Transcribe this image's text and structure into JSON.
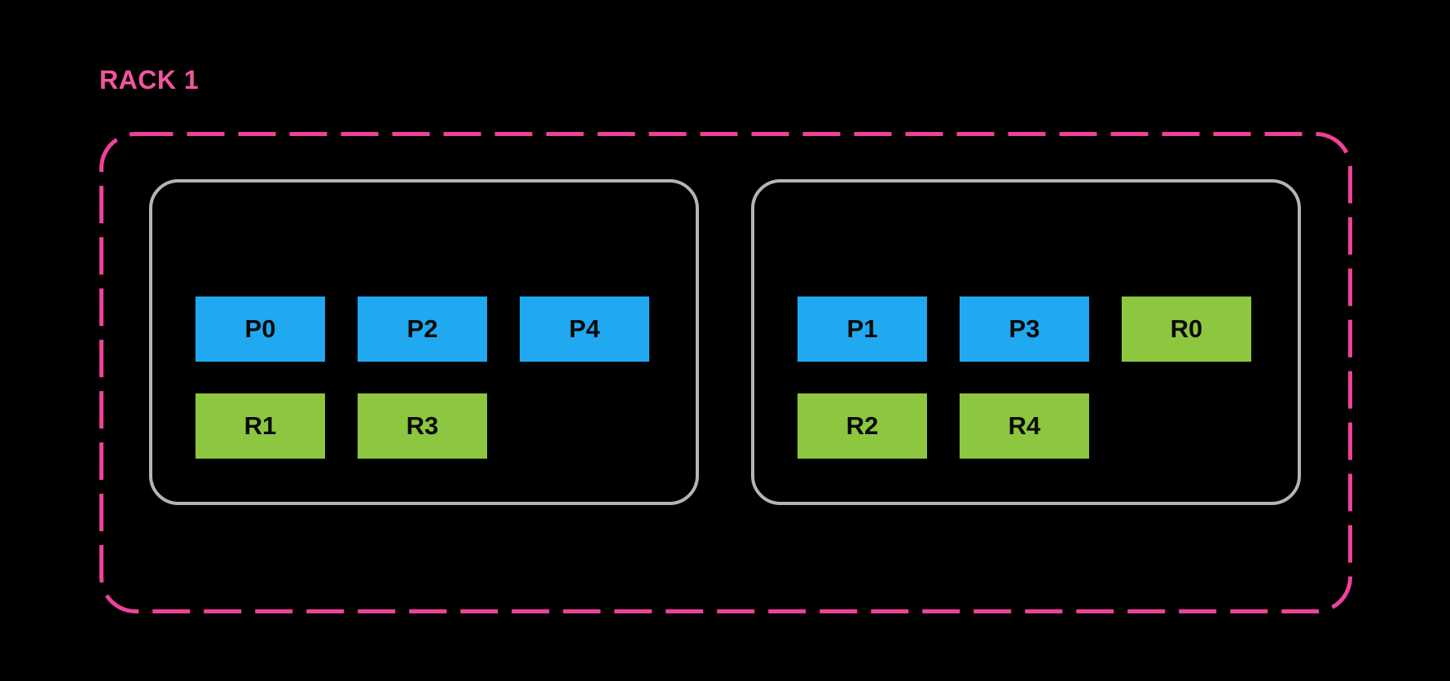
{
  "diagram": {
    "rack_label": "RACK 1",
    "nodes": [
      {
        "slots": [
          {
            "label": "P0",
            "type": "primary"
          },
          {
            "label": "P2",
            "type": "primary"
          },
          {
            "label": "P4",
            "type": "primary"
          },
          {
            "label": "R1",
            "type": "replica"
          },
          {
            "label": "R3",
            "type": "replica"
          }
        ]
      },
      {
        "slots": [
          {
            "label": "P1",
            "type": "primary"
          },
          {
            "label": "P3",
            "type": "primary"
          },
          {
            "label": "R0",
            "type": "replica"
          },
          {
            "label": "R2",
            "type": "replica"
          },
          {
            "label": "R4",
            "type": "replica"
          }
        ]
      }
    ]
  },
  "colors": {
    "background": "#000000",
    "pink": "#ee4296",
    "pink-label": "#f2559e",
    "gray": "#b5b5b5",
    "blue": "#20a8f0",
    "green": "#8dc63f",
    "slot-text": "#0a0a0a"
  }
}
